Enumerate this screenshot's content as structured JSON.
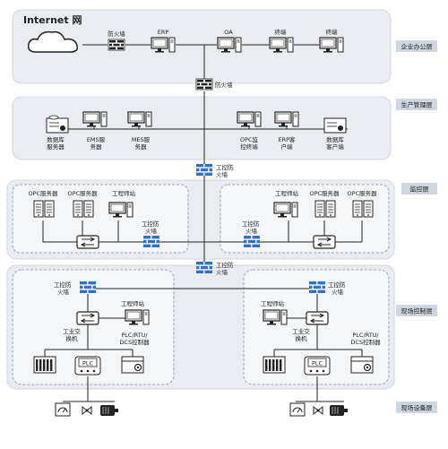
{
  "layers": {
    "office": "企业办公层",
    "production": "生产管理层",
    "monitor": "监控层",
    "field_control": "现场控制层",
    "field_device": "现场设备层"
  },
  "office": {
    "internet": "Internet 网",
    "firewall": "防火墙",
    "erp": "ERP",
    "oa": "OA",
    "terminal1": "终端",
    "terminal2": "终端"
  },
  "mid_firewall": "防火墙",
  "production": {
    "db_line1": "数据库",
    "db_line2": "服务器",
    "ems_line1": "EMS服",
    "ems_line2": "务器",
    "mes_line1": "MES服",
    "mes_line2": "务器",
    "opc_line1": "OPC监",
    "opc_line2": "控终端",
    "erpc_line1": "ERP客",
    "erpc_line2": "户端",
    "dbc_line1": "数据库",
    "dbc_line2": "客户端"
  },
  "ics_firewall": {
    "line1": "工控防",
    "line2": "火墙"
  },
  "monitor": {
    "opc_server": "OPC服务器",
    "eng_station": "工程师站",
    "fw_line1": "工控防",
    "fw_line2": "火墙"
  },
  "field": {
    "fw_line1": "工控防",
    "fw_line2": "火墙",
    "switch_line1": "工业交",
    "switch_line2": "换机",
    "eng_station": "工程师站",
    "plc_line1": "PLC/RTU/",
    "plc_line2": "DCS控制器",
    "plc_label": "PLC"
  },
  "colors": {
    "panel": "#e9ecf0",
    "panel_border": "#d2d7de",
    "firewall_blue": "#2f6fd0",
    "layer_tag": "#cfd6df",
    "line": "#222222"
  }
}
